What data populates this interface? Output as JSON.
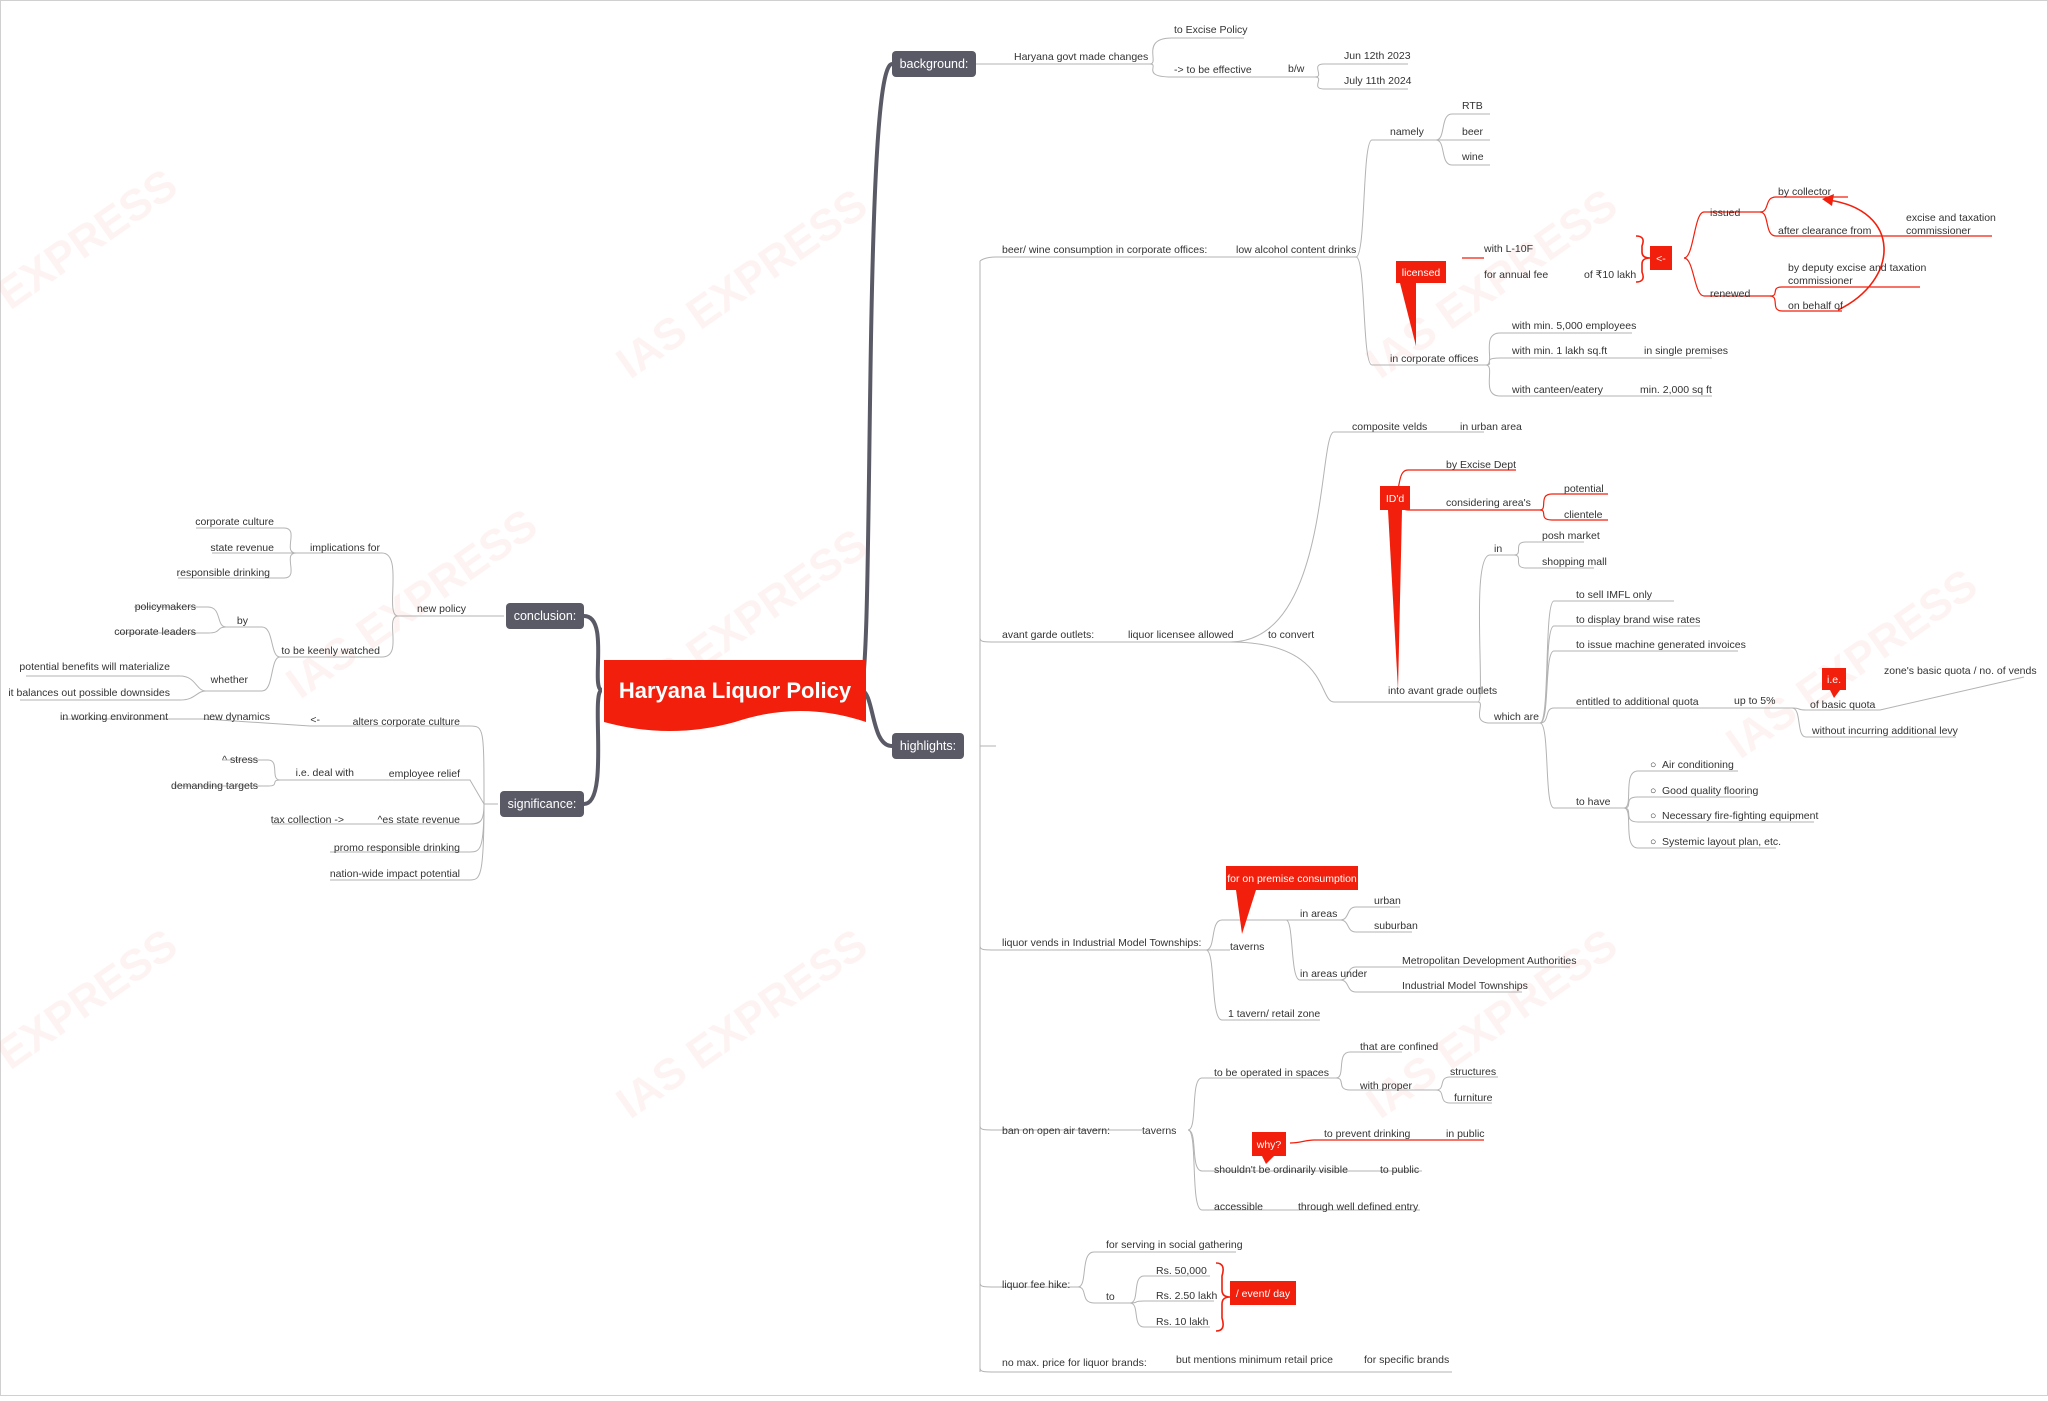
{
  "root": "Haryana Liquor Policy",
  "colors": {
    "accent": "#f21f0c",
    "branch": "#5a5a66",
    "line": "#b3b3b3",
    "text": "#333333"
  },
  "watermark": "IAS EXPRESS",
  "background": {
    "title": "background:",
    "changes": "Haryana govt made changes",
    "excise": "to Excise Policy",
    "effective": "-> to be effective",
    "bw": "b/w",
    "date1": "Jun 12th 2023",
    "date2": "July 11th 2024"
  },
  "highlights": {
    "title": "highlights:",
    "beer": {
      "title": "beer/ wine consumption in corporate offices:",
      "low": "low alcohol content drinks",
      "namely": "namely",
      "rtb": "RTB",
      "beer_item": "beer",
      "wine": "wine",
      "licensed": "licensed",
      "l10f": "with L-10F",
      "annual": "for annual fee",
      "lakh": "of ₹10 lakh",
      "arrow": "<-",
      "issued": "issued",
      "collector": "by collector",
      "clearance": "after clearance from",
      "commissioner": [
        "excise and taxation",
        "commissioner"
      ],
      "renewed": "renewed",
      "deputy": [
        "by deputy excise and taxation",
        "commissioner"
      ],
      "behalf": "on behalf of",
      "offices": "in corporate offices",
      "employees": "with min. 5,000 employees",
      "sqft": "with min. 1 lakh sq.ft",
      "premises": "in single premises",
      "canteen": "with canteen/eatery",
      "min_sqft": "min. 2,000 sq ft"
    },
    "avant": {
      "title": "avant garde outlets:",
      "allowed": "liquor licensee allowed",
      "convert": "to convert",
      "composite": "composite velds",
      "urban_area": "in urban area",
      "idd": "ID'd",
      "excise_dept": "by Excise Dept",
      "considering": "considering area's",
      "potential": "potential",
      "clientele": "clientele",
      "into": "into avant grade outlets",
      "in": "in",
      "posh": "posh market",
      "mall": "shopping mall",
      "which": "which are",
      "imfl": "to sell IMFL only",
      "display": "to display brand wise rates",
      "invoices": "to issue machine generated invoices",
      "entitled": "entitled to additional quota",
      "upto": "up to 5%",
      "ie": "i.e.",
      "zone": "zone's basic quota / no. of vends",
      "basic": "of basic quota",
      "levy": "without incurring additional levy",
      "have": "to have",
      "ac": "Air conditioning",
      "flooring": "Good quality flooring",
      "fire": "Necessary fire-fighting equipment",
      "layout": "Systemic layout plan, etc."
    },
    "vends": {
      "title": "liquor vends in Industrial Model Townships:",
      "callout": "for on premise consumption",
      "taverns": "taverns",
      "areas": "in areas",
      "urban": "urban",
      "suburban": "suburban",
      "under": "in areas under",
      "mda": "Metropolitan Development Authorities",
      "imt": "Industrial Model Townships",
      "zone": "1 tavern/ retail zone"
    },
    "ban": {
      "title": "ban on open air tavern:",
      "taverns": "taverns",
      "operated": "to be operated in spaces",
      "confined": "that are confined",
      "proper": "with proper",
      "structures": "structures",
      "furniture": "furniture",
      "why": "why?",
      "prevent": "to prevent drinking",
      "in_public": "in public",
      "visible": "shouldn't be ordinarily visible",
      "to_public": "to public",
      "accessible": "accessible",
      "entry": "through well defined entry"
    },
    "fee": {
      "title": "liquor fee hike:",
      "serving": "for serving in social gathering",
      "to": "to",
      "v1": "Rs. 50,000",
      "v2": "Rs. 2.50 lakh",
      "v3": "Rs. 10 lakh",
      "per": "/ event/ day"
    },
    "maxprice": {
      "title": "no max. price for liquor brands:",
      "mrp": "but mentions minimum retail price",
      "brands": "for specific brands"
    }
  },
  "conclusion": {
    "title": "conclusion:",
    "policy": "new policy",
    "implications": "implications for",
    "culture": "corporate culture",
    "revenue": "state revenue",
    "responsible": "responsible drinking",
    "watched": "to be keenly watched",
    "by": "by",
    "policymakers": "policymakers",
    "leaders": "corporate leaders",
    "whether": "whether",
    "benefits": "potential benefits will materialize",
    "downsides": "it balances out possible downsides"
  },
  "significance": {
    "title": "significance:",
    "alters": "alters corporate culture",
    "arrow": "<-",
    "dynamics": "new dynamics",
    "environment": "in working environment",
    "relief": "employee relief",
    "deal": "i.e. deal with",
    "stress": "^ stress",
    "targets": "demanding targets",
    "revenue": "^es state revenue",
    "collection": "tax collection ->",
    "promo": "promo responsible drinking",
    "nation": "nation-wide impact potential"
  }
}
